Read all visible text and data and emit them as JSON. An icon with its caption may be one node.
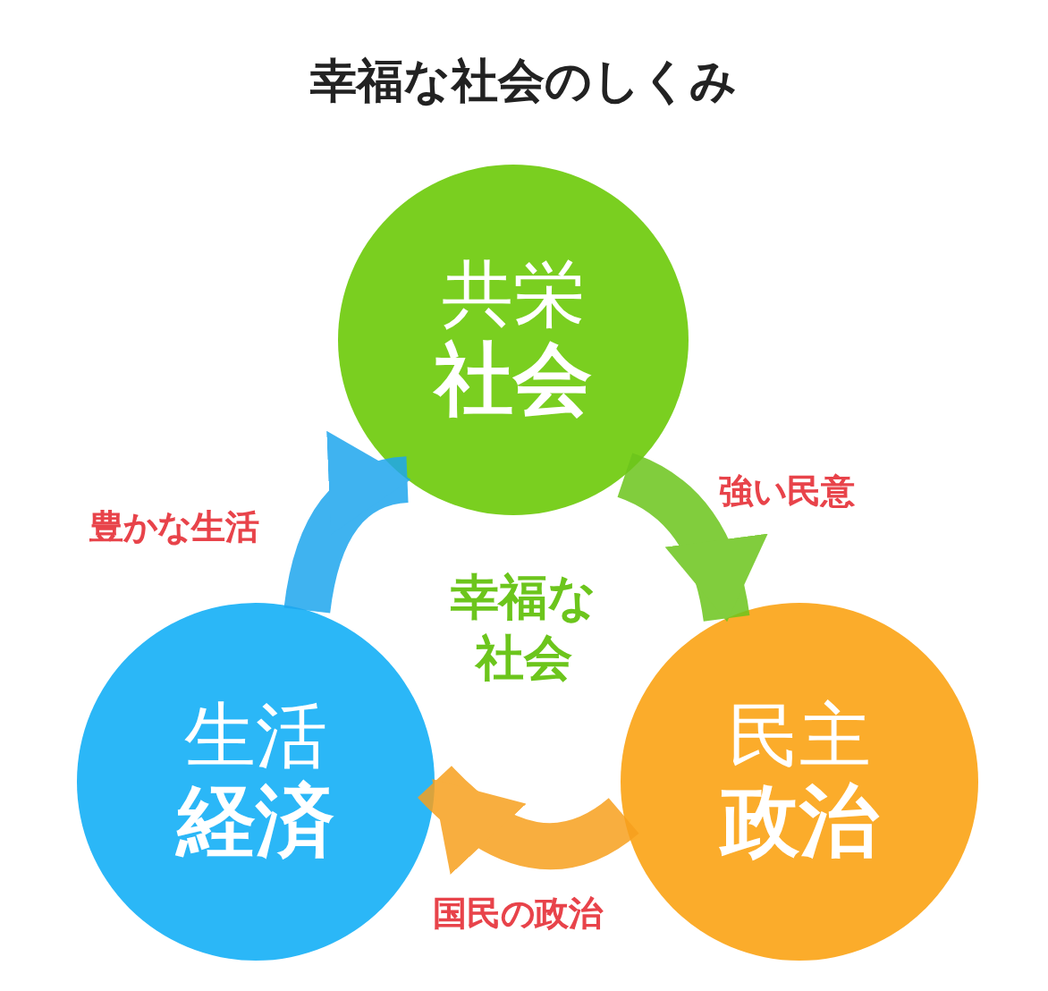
{
  "diagram": {
    "title": "幸福な社会のしくみ",
    "nodes": [
      {
        "text": [
          "共栄",
          "社会"
        ]
      },
      {
        "text": [
          "民主",
          "政治"
        ]
      },
      {
        "text": [
          "生活",
          "経済"
        ]
      }
    ],
    "edges": [
      {
        "from": 0,
        "to": 1,
        "arrow": "to",
        "label": "強い民意",
        "color": "#6cc51c"
      },
      {
        "from": 1,
        "to": 2,
        "arrow": "to",
        "label": "国民の政治",
        "color": "#f7a01e"
      },
      {
        "from": 2,
        "to": 0,
        "arrow": "to",
        "label": "豊かな生活",
        "color": "#1ea6ee"
      }
    ],
    "labels": [
      "幸福な社会"
    ]
  }
}
